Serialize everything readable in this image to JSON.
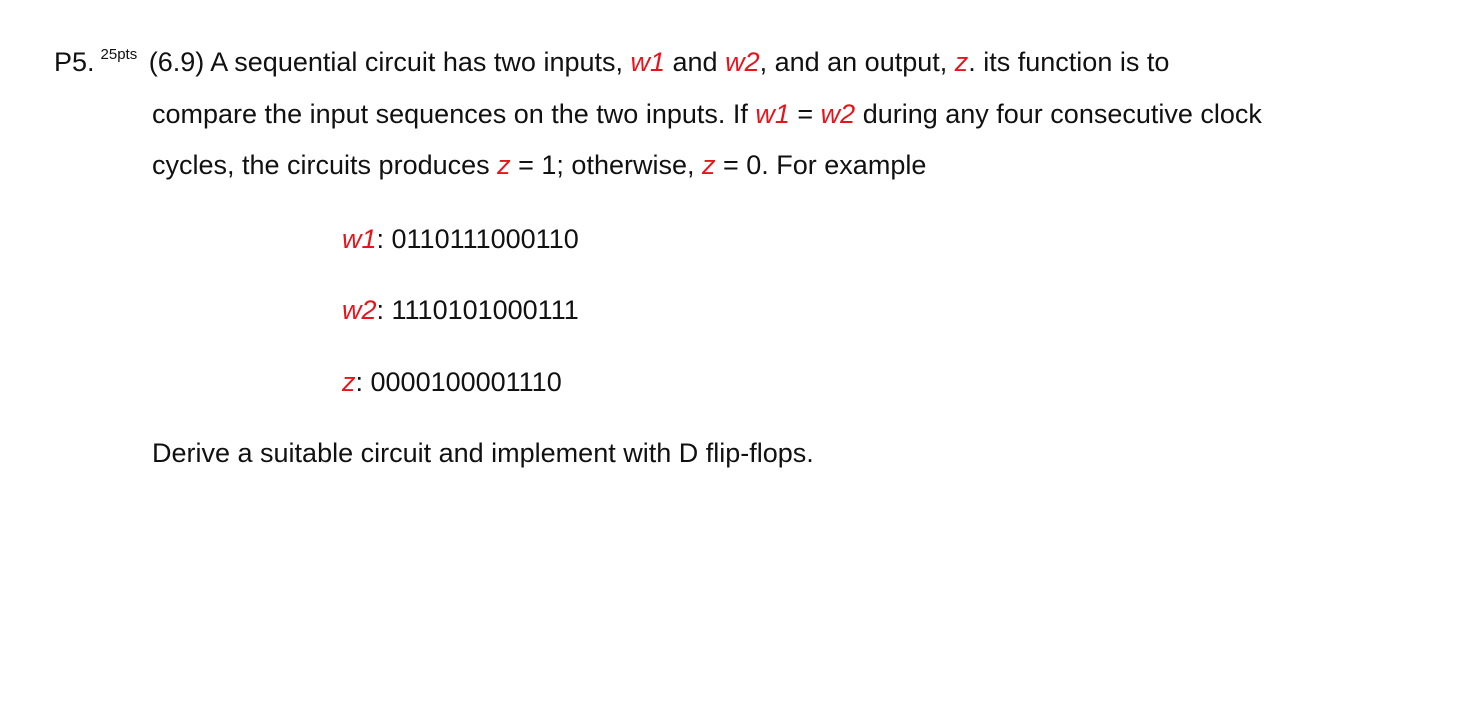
{
  "problem": {
    "number": "P5.",
    "points": "25pts",
    "line1": {
      "t1": " (6.9) A sequential circuit has two inputs, ",
      "w1": "w1",
      "t2": " and ",
      "w2": "w2",
      "t3": ", and an output, ",
      "z": "z",
      "t4": ". its function is to"
    },
    "line2": {
      "t1": "compare the input sequences on the two inputs. If ",
      "w1": "w1",
      "t2": " = ",
      "w2": "w2",
      "t3": " during any four consecutive clock"
    },
    "line3": {
      "t1": "cycles, the circuits produces ",
      "z1": "z",
      "t2": " = 1; otherwise, ",
      "z2": "z",
      "t3": " = 0. For example"
    }
  },
  "example": {
    "w1": {
      "label": "w1",
      "sep": ": ",
      "value": "0110111000110"
    },
    "w2": {
      "label": "w2",
      "sep": ": ",
      "value": "1110101000111"
    },
    "z": {
      "label": "z",
      "sep": ": ",
      "value": "0000100001110"
    }
  },
  "task": "Derive a suitable circuit and implement with D flip-flops.",
  "colors": {
    "variable": "#e8131b",
    "text": "#111111"
  }
}
